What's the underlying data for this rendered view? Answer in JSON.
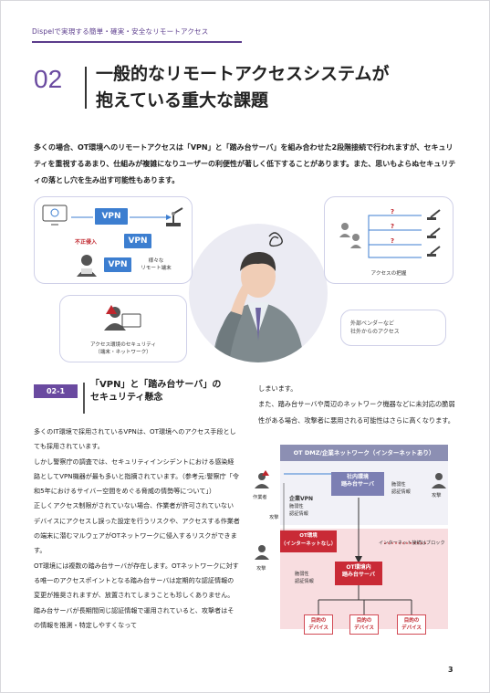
{
  "header": {
    "text": "Dispelで実現する簡単・確実・安全なリモートアクセス"
  },
  "section": {
    "number": "02",
    "title_line1": "一般的なリモートアクセスシステムが",
    "title_line2": "抱えている重大な課題"
  },
  "intro": "多くの場合、OT環境へのリモートアクセスは「VPN」と「踏み台サーバ」を組み合わせた2段階接続で行われますが、セキュリティを重視するあまり、仕組みが複雑になりユーザーの利便性が著しく低下することがあります。また、思いもよらぬセキュリティの落とし穴を生み出す可能性もあります。",
  "illustration": {
    "vpn_label": "VPN",
    "fusei": "不正侵入",
    "various_line1": "様々な",
    "various_line2": "リモート端末",
    "access_control": "アクセスの把握",
    "question_mark": "?",
    "security_line1": "アクセス環境のセキュリティ",
    "security_line2": "（端末・ネットワーク）",
    "vendor_line1": "外部ベンダーなど",
    "vendor_line2": "社外からのアクセス"
  },
  "subsection": {
    "number": "02-1",
    "title_line1": "「VPN」と「踏み台サーバ」の",
    "title_line2": "セキュリティ懸念"
  },
  "left_paragraphs": [
    "多くのIT環境で採用されているVPNは、OT環境へのアクセス手段としても採用されています。",
    "しかし警察庁の調査では、セキュリティインシデントにおける感染経路としてVPN機器が最も多いと指摘されています。（参考元:警察庁「令和5年におけるサイバー空間をめぐる脅威の情勢等について」）",
    "正しくアクセス制限がされていない場合、作業者が許可されていないデバイスにアクセスし誤った設定を行うリスクや、アクセスする作業者の端末に潜むマルウェアがOTネットワークに侵入するリスクができます。",
    "OT環境には複数の踏み台サーバが存在します。OTネットワークに対する唯一のアクセスポイントとなる踏み台サーバは定期的な認証情報の変更が推奨されますが、放置されてしまうことも珍しくありません。踏み台サーバが長期間同じ認証情報で運用されていると、攻撃者はその情報を推測・特定しやすくなって"
  ],
  "right_paragraphs": [
    "しまいます。",
    "また、踏み台サーバや周辺のネットワーク機器などに未対応の脆弱性がある場合、攻撃者に悪用される可能性はさらに高くなります。"
  ],
  "diagram": {
    "dmz_title": "OT DMZ/企業ネットワーク（インターネットあり）",
    "internal_server_line1": "社内環境",
    "internal_server_line2": "踏み台サーバ",
    "vuln": "脆弱性",
    "auth": "認証情報",
    "worker": "作業者",
    "attack": "攻撃",
    "corp_vpn": "企業VPN",
    "ot_label_line1": "OT環境",
    "ot_label_line2": "（インターネットなし）",
    "internet_block": "インターネット接続はブロック",
    "ot_server_line1": "OT環境内",
    "ot_server_line2": "踏み台サーバ",
    "device_line1": "目的の",
    "device_line2": "デバイス"
  },
  "page_number": "3"
}
